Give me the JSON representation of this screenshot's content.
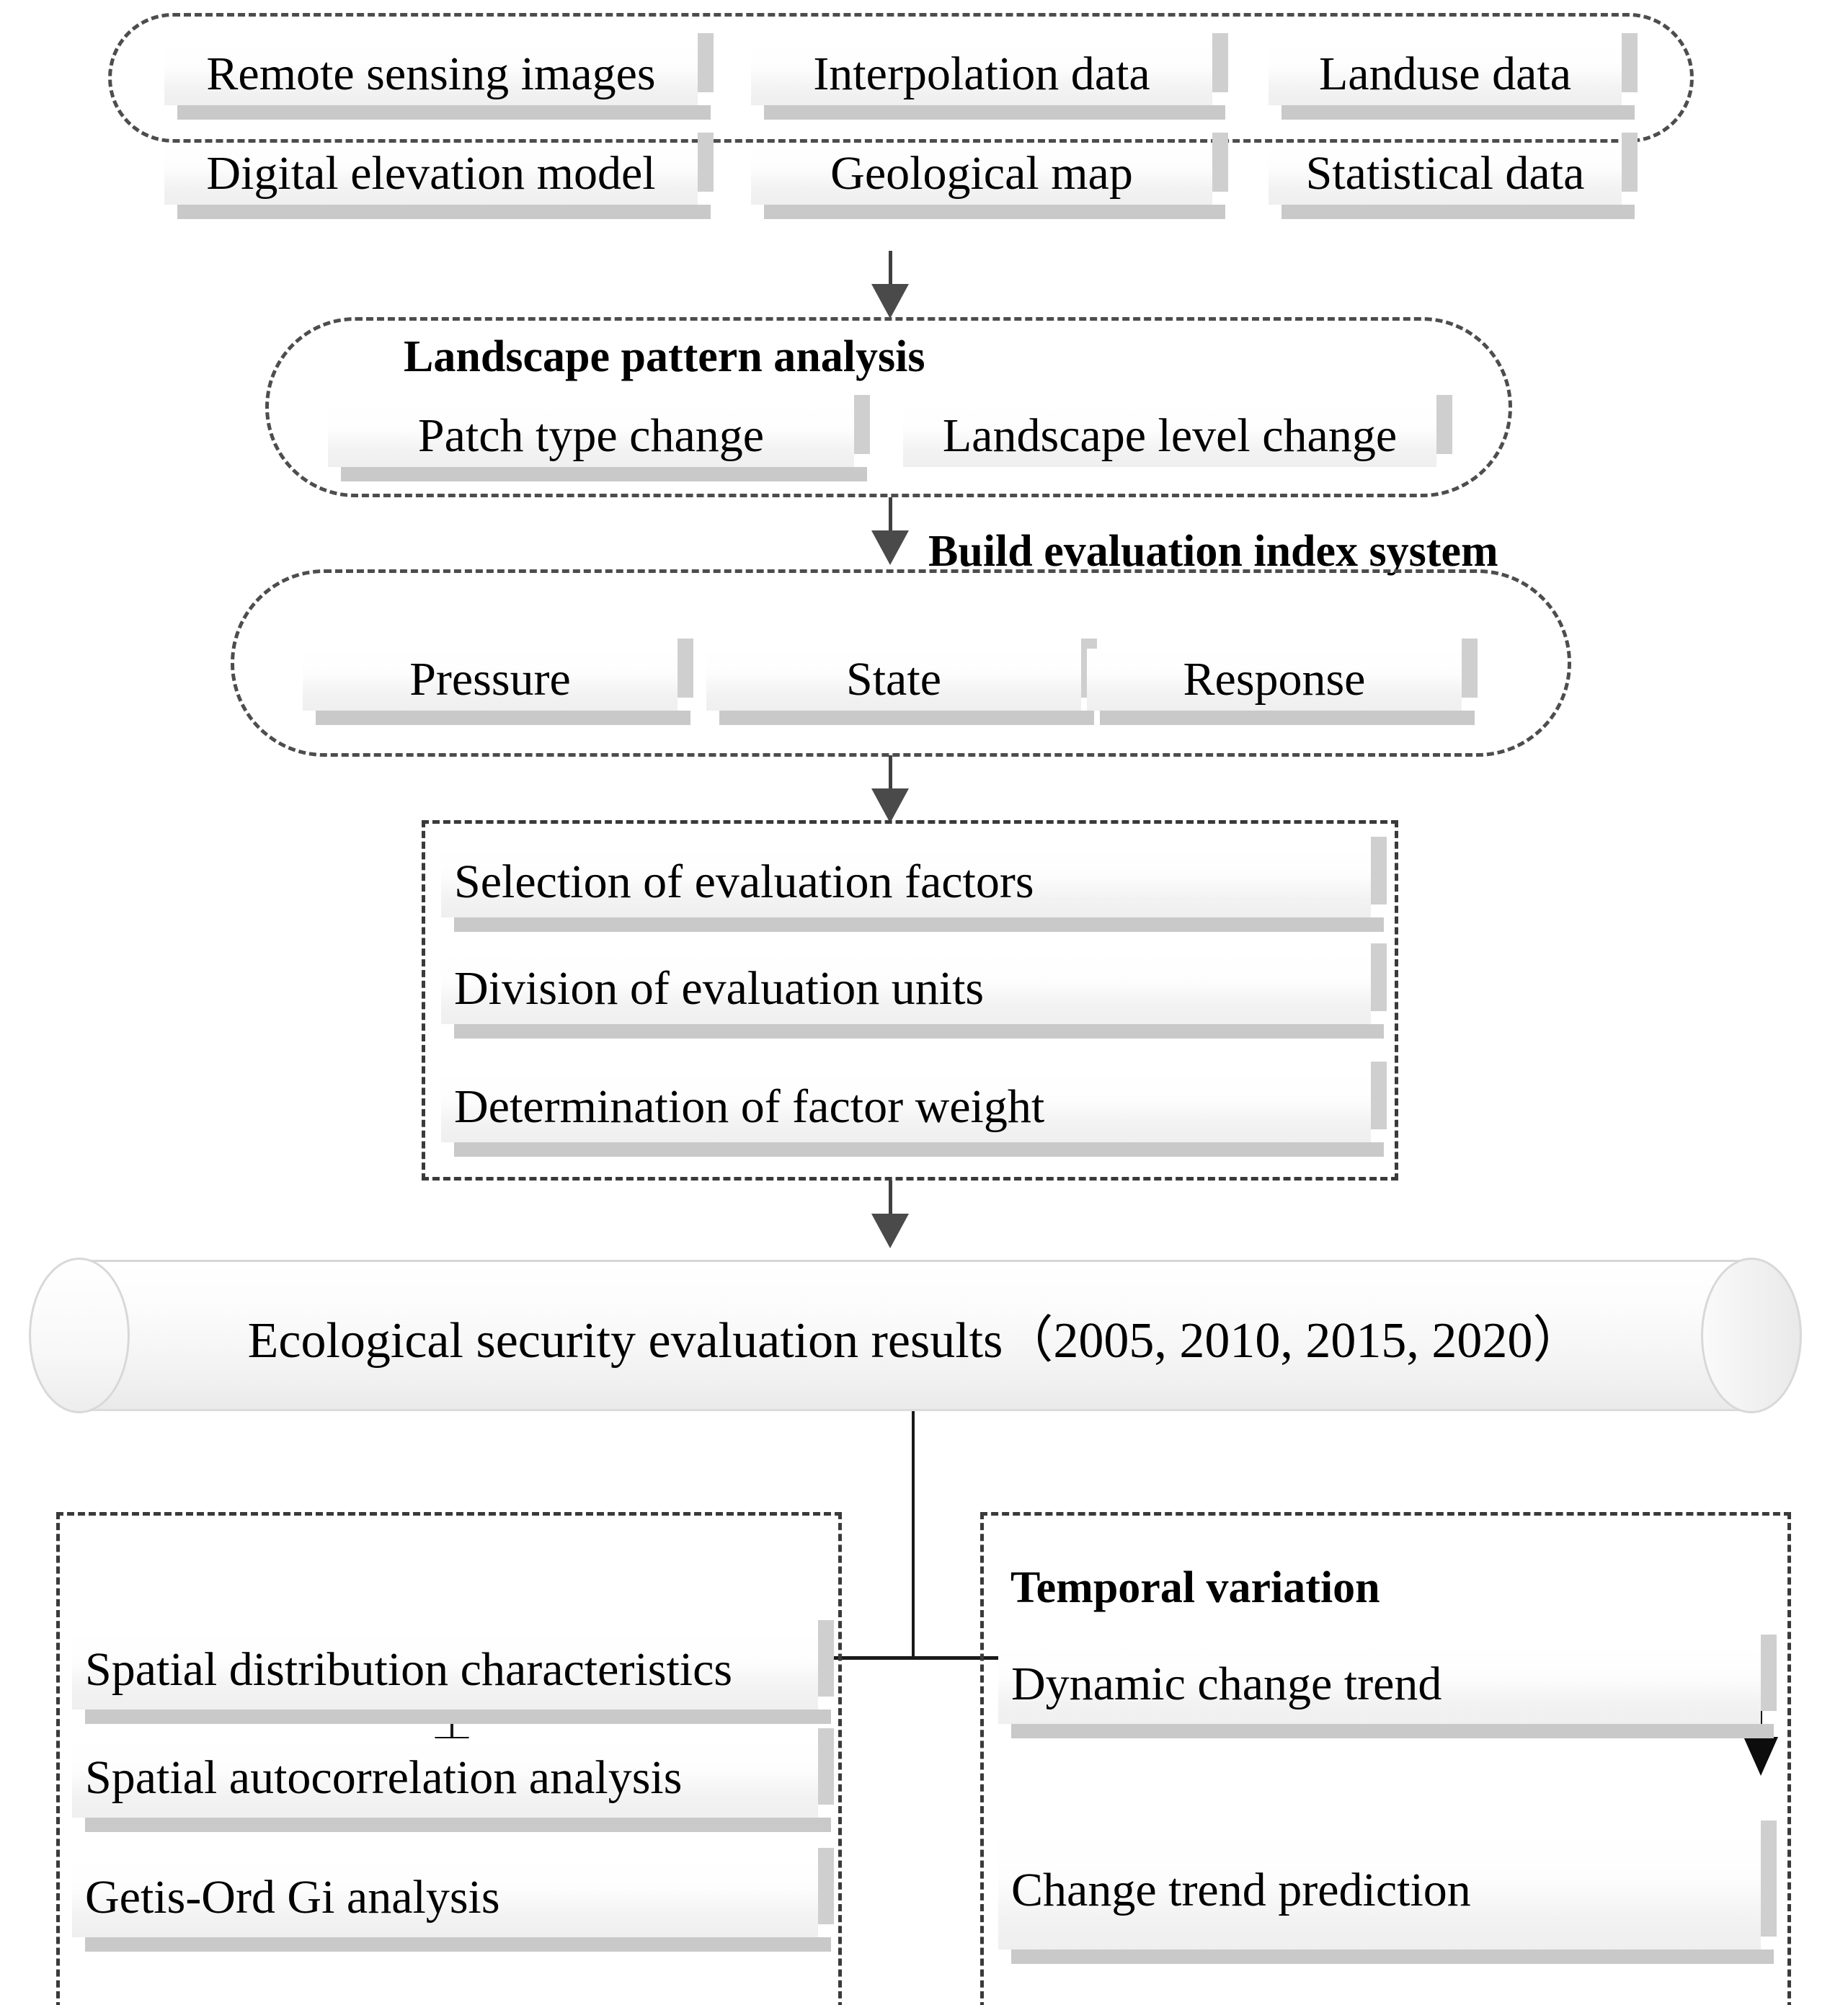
{
  "diagram": {
    "title": "Ecological security evaluation research framework flowchart",
    "type": "flowchart"
  },
  "data_sources": {
    "items": [
      {
        "label": "Remote sensing images"
      },
      {
        "label": "Interpolation data"
      },
      {
        "label": "Landuse data"
      },
      {
        "label": "Digital elevation model"
      },
      {
        "label": "Geological map"
      },
      {
        "label": "Statistical data"
      }
    ]
  },
  "landscape": {
    "heading": "Landscape pattern analysis",
    "items": [
      {
        "label": "Patch type change"
      },
      {
        "label": "Landscape level change"
      }
    ]
  },
  "index_system": {
    "heading": "Build evaluation index system",
    "items": [
      {
        "label": "Pressure"
      },
      {
        "label": "State"
      },
      {
        "label": "Response"
      }
    ]
  },
  "evaluation_steps": {
    "items": [
      {
        "label": "Selection of evaluation factors"
      },
      {
        "label": "Division of evaluation units"
      },
      {
        "label": "Determination of factor weight"
      }
    ]
  },
  "results": {
    "label": "Ecological security evaluation results（2005, 2010, 2015, 2020）"
  },
  "spatial_analysis": {
    "items": [
      {
        "label": "Spatial distribution characteristics"
      },
      {
        "label": "Spatial autocorrelation analysis"
      },
      {
        "label": "Getis-Ord Gi analysis"
      }
    ]
  },
  "temporal_analysis": {
    "heading": "Temporal variation",
    "items": [
      {
        "label": "Dynamic change trend"
      },
      {
        "label": "Change trend prediction"
      }
    ]
  },
  "colors": {
    "box_fill_top": "#ffffff",
    "box_fill_bottom": "#efefef",
    "box_shadow": "#c9c9c9",
    "border_dashdot": "#3a3a3a",
    "arrow_gray": "#4a4a4a",
    "arrow_black": "#0d0d0d",
    "text": "#000000"
  }
}
